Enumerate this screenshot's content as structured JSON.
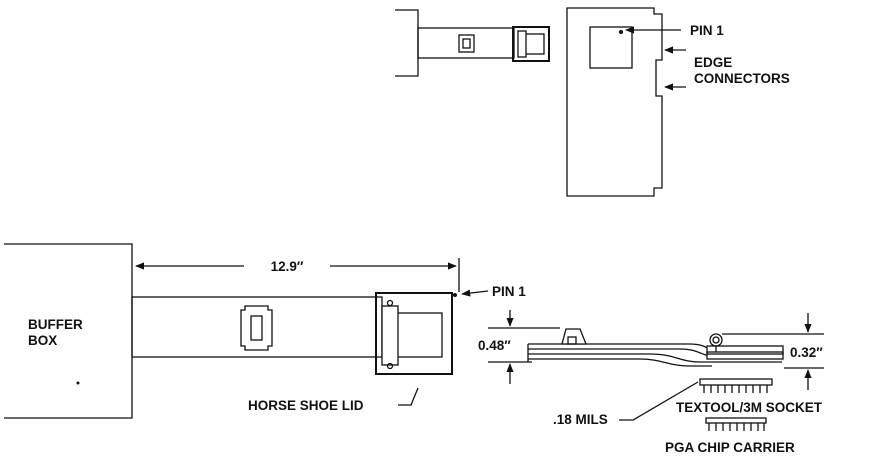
{
  "labels": {
    "pin1_top": "PIN 1",
    "edge_connectors_1": "EDGE",
    "edge_connectors_2": "CONNECTORS",
    "dimension_length": "12.9″",
    "pin1_bottom": "PIN 1",
    "buffer_box_1": "BUFFER",
    "buffer_box_2": "BOX",
    "horse_shoe_lid": "HORSE SHOE LID",
    "height_left": "0.48″",
    "height_right": "0.32″",
    "textool_socket": "TEXTOOL/3M SOCKET",
    "mils": ".18 MILS",
    "pga_chip_carrier": "PGA CHIP CARRIER"
  }
}
